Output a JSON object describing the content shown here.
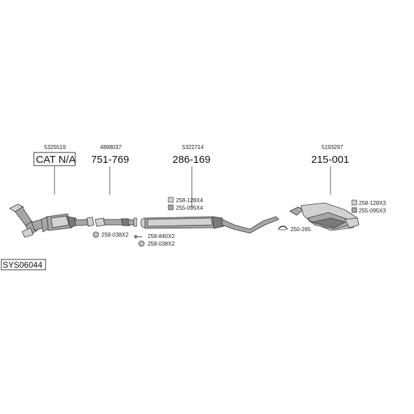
{
  "system_code": "SYS06044",
  "parts": [
    {
      "ref": "5325519",
      "code": "CAT N/A"
    },
    {
      "ref": "4898037",
      "code": "751-769"
    },
    {
      "ref": "5322714",
      "code": "286-169"
    },
    {
      "ref": "5193297",
      "code": "215-001"
    }
  ],
  "accessories": {
    "gasket_a": "258-038X2",
    "bolt": "258-840X2",
    "gasket_b": "258-038X2",
    "clamp_mid_1": "258-128X4",
    "clamp_mid_2": "255-095X4",
    "rubber_hanger": "250-265",
    "clamp_rear_1": "258-128X3",
    "clamp_rear_2": "255-095X3"
  },
  "colors": {
    "part_fill": "#a6a6a6",
    "part_light": "#d2d2d2",
    "outline": "#333333"
  }
}
